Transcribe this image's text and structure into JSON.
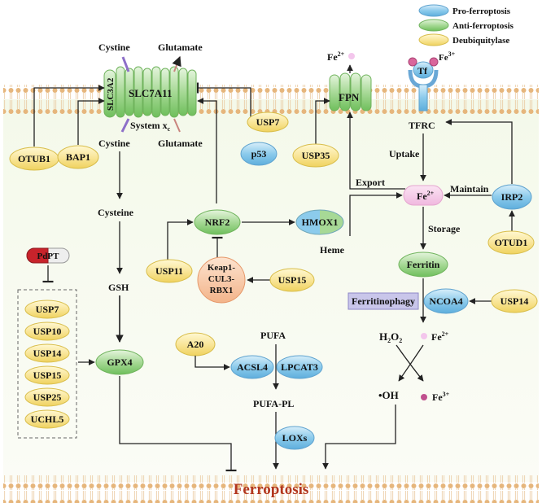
{
  "legend": [
    {
      "label": "Pro-ferroptosis",
      "color": "#9fd3ee"
    },
    {
      "label": "Anti-ferroptosis",
      "color": "#9fd48e"
    },
    {
      "label": "Deubiquitylase",
      "color": "#f6e59a"
    }
  ],
  "membrane": {
    "transporter_subunits": [
      "SLC3A2",
      "SLC7A11"
    ],
    "system": "System x",
    "system_sub": "c"
  },
  "labels": {
    "cystine_out": "Cystine",
    "glutamate_out": "Glutamate",
    "cystine_in": "Cystine",
    "glutamate_in": "Glutamate",
    "cysteine": "Cysteine",
    "gsh": "GSH",
    "pufa": "PUFA",
    "pufa_pl": "PUFA-PL",
    "h2o2": "H",
    "h2o2_sub": "2",
    "h2o2_o": "O",
    "h2o2_sub2": "2",
    "oh": "•OH",
    "fe2_out": "Fe",
    "fe2_out_sup": "2+",
    "fe3_out": "Fe",
    "fe3_out_sup": "3+",
    "fe2_fenton": "Fe",
    "fe2_fenton_sup": "2+",
    "fe3_fenton": "Fe",
    "fe3_fenton_sup": "3+",
    "tfrc": "TFRC",
    "uptake": "Uptake",
    "export": "Export",
    "maintain": "Maintain",
    "storage": "Storage",
    "heme": "Heme",
    "ferroptosis": "Ferroptosis"
  },
  "nodes": {
    "tf": "Tf",
    "fpn": "FPN",
    "usp7": "USP7",
    "p53": "p53",
    "otub1": "OTUB1",
    "bap1": "BAP1",
    "usp35": "USP35",
    "nrf2": "NRF2",
    "hmox1": "HMOX1",
    "fe2_center": "Fe",
    "fe2_center_sup": "2+",
    "irp2": "IRP2",
    "otud1": "OTUD1",
    "ferritin": "Ferritin",
    "ferritinophagy": "Ferritinophagy",
    "ncoa4": "NCOA4",
    "usp14_right": "USP14",
    "usp11": "USP11",
    "keap1": [
      "Keap1-",
      "CUL3-",
      "RBX1"
    ],
    "usp15_mid": "USP15",
    "gpx4": "GPX4",
    "a20": "A20",
    "acsl4": "ACSL4",
    "lpcat3": "LPCAT3",
    "loxs": "LOXs",
    "pdpt": "PdPT"
  },
  "dub_list": [
    "USP7",
    "USP10",
    "USP14",
    "USP15",
    "USP25",
    "UCHL5"
  ]
}
